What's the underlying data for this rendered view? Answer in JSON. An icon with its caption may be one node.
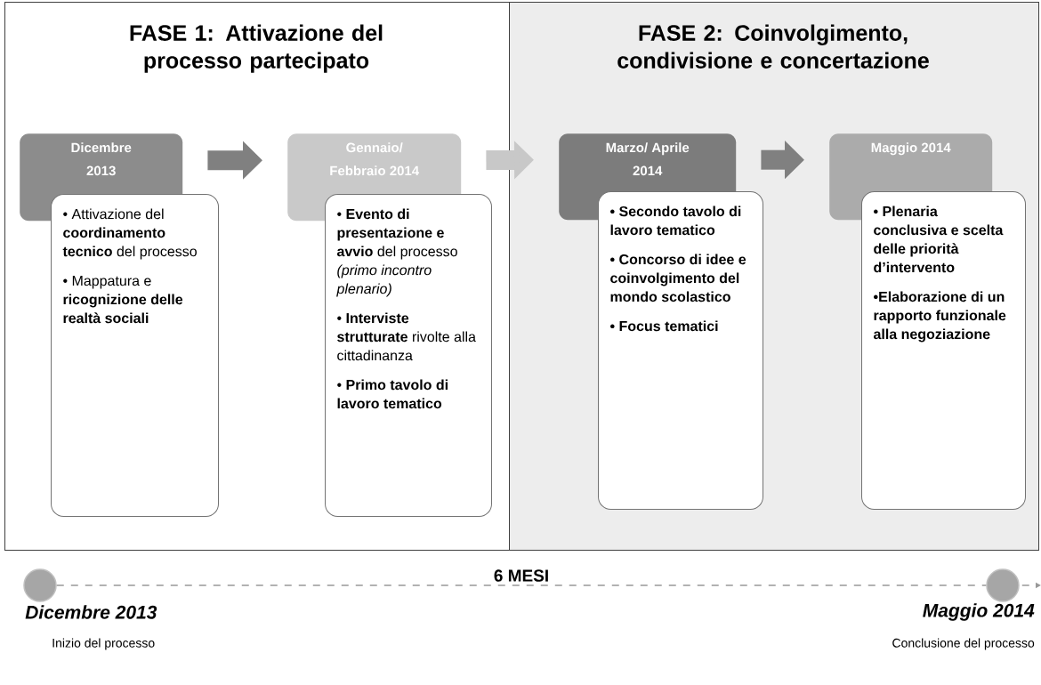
{
  "diagram": {
    "nodes": [
      {
        "text": [
          "FASE 1:  Attivazione del processo partecipato"
        ]
      },
      {
        "text": [
          "FASE 2:  Coinvolgimento, condivisione e concertazione"
        ]
      },
      {
        "text": [
          "Dicembre 2013"
        ],
        "in": 0
      },
      {
        "text": [
          "• Attivazione del **coordinamento tecnico** del processo",
          "• Mappatura e **ricognizione delle realtà sociali**"
        ],
        "in": 0
      },
      {
        "text": [
          "Gennaio/ Febbraio 2014"
        ],
        "in": 0
      },
      {
        "text": [
          "• **Evento di presentazione e avvio** del processo *(primo incontro plenario)*",
          "• **Interviste strutturate** rivolte alla cittadinanza",
          "• **Primo tavolo di lavoro tematico**"
        ],
        "in": 0
      },
      {
        "text": [
          "Marzo/ Aprile 2014"
        ],
        "in": 1
      },
      {
        "text": [
          "• Secondo tavolo di lavoro tematico",
          "• Concorso di idee e coinvolgimento del mondo scolastico",
          "• Focus tematici"
        ],
        "in": 1
      },
      {
        "text": [
          "Maggio 2014"
        ],
        "in": 1
      },
      {
        "text": [
          "• Plenaria conclusiva e scelta delle priorità d’intervento",
          "•Elaborazione di un rapporto funzionale alla negoziazione"
        ],
        "in": 1
      },
      {
        "text": [],
        "shape": "circle",
        "beside": [
          "Dicembre 2013",
          "Inizio del processo"
        ]
      },
      {
        "text": [],
        "shape": "circle",
        "beside": [
          "Maggio 2014",
          "Conclusione del processo"
        ]
      }
    ],
    "edges": [
      {
        "from": 2,
        "to": 4,
        "arrow": "to"
      },
      {
        "from": 4,
        "to": 6,
        "arrow": "to",
        "color": "#c8c8c8"
      },
      {
        "from": 6,
        "to": 8,
        "arrow": "to"
      },
      {
        "from": 10,
        "to": 11,
        "arrow": "none",
        "style": "dashed",
        "label": "6 MESI"
      },
      {
        "from": 11,
        "to": null,
        "arrow": "to",
        "style": "dashed"
      }
    ]
  }
}
